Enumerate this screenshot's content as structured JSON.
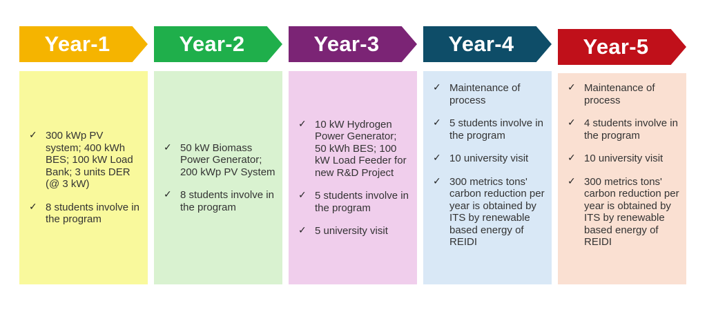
{
  "columns": [
    {
      "title": "Year-1",
      "banner_color": "#F5B400",
      "box_color": "#F9F99C",
      "items": [
        "300 kWp PV system; 400 kWh BES; 100 kW Load Bank; 3 units DER (@ 3 kW)",
        "8 students involve in the program"
      ]
    },
    {
      "title": "Year-2",
      "banner_color": "#1FAF4B",
      "box_color": "#D9F2D0",
      "items": [
        "50 kW Biomass Power Generator; 200 kWp PV System",
        "8 students involve in the program"
      ]
    },
    {
      "title": "Year-3",
      "banner_color": "#7B2475",
      "box_color": "#F0CEEC",
      "items": [
        "10 kW Hydrogen Power Generator; 50 kWh BES; 100 kW Load Feeder for new R&D Project",
        "5 students involve in the program",
        "5 university visit"
      ]
    },
    {
      "title": "Year-4",
      "banner_color": "#0E4D68",
      "box_color": "#D9E8F6",
      "items": [
        "Maintenance of process",
        "5 students involve in the program",
        "10 university visit",
        "300 metrics tons' carbon reduction per year is obtained by ITS by renewable based energy of REIDI"
      ]
    },
    {
      "title": "Year-5",
      "banner_color": "#C0101A",
      "box_color": "#FAE0D2",
      "items": [
        "Maintenance of process",
        "4 students involve in the program",
        "10 university visit",
        "300 metrics tons' carbon reduction per year is obtained by ITS by renewable based energy of REIDI"
      ]
    }
  ],
  "check_glyph": "✓"
}
